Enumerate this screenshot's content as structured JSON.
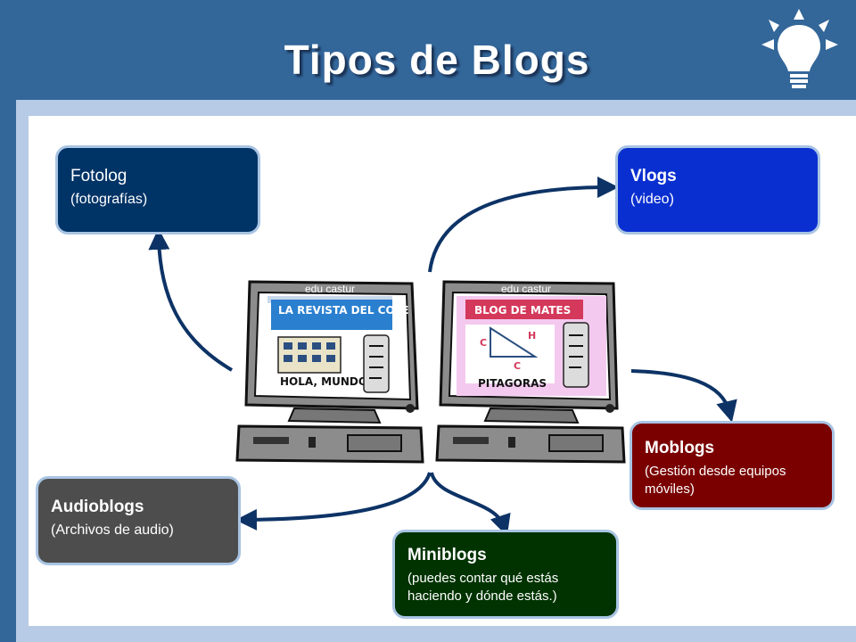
{
  "title": "Tipos de Blogs",
  "colors": {
    "background": "#336699",
    "fotolog": "#003366",
    "vlogs": "#0a2fd0",
    "moblogs": "#7a0000",
    "audioblogs": "#4d4d4d",
    "miniblogs": "#003300",
    "arrow": "#0d3366"
  },
  "boxes": {
    "fotolog": {
      "title": "Fotolog",
      "subtitle": "(fotografías)"
    },
    "vlogs": {
      "title": "Vlogs",
      "subtitle": "(video)"
    },
    "moblogs": {
      "title": "Moblogs",
      "subtitle": "(Gestión desde equipos móviles)"
    },
    "audioblogs": {
      "title": "Audioblogs",
      "subtitle": "(Archivos de audio)"
    },
    "miniblogs": {
      "title": "Miniblogs",
      "subtitle": "(puedes contar qué estás haciendo y dónde estás.)"
    }
  },
  "screens": {
    "left": {
      "brand": "edu castur",
      "header": "LA REVISTA DEL COLE",
      "caption": "HOLA, MUNDO!"
    },
    "right": {
      "brand": "edu castur",
      "header": "BLOG DE MATES",
      "label_c1": "C",
      "label_h": "H",
      "label_c2": "C",
      "caption": "PITAGORAS"
    }
  },
  "icons": {
    "logo": "lightbulb-icon"
  }
}
